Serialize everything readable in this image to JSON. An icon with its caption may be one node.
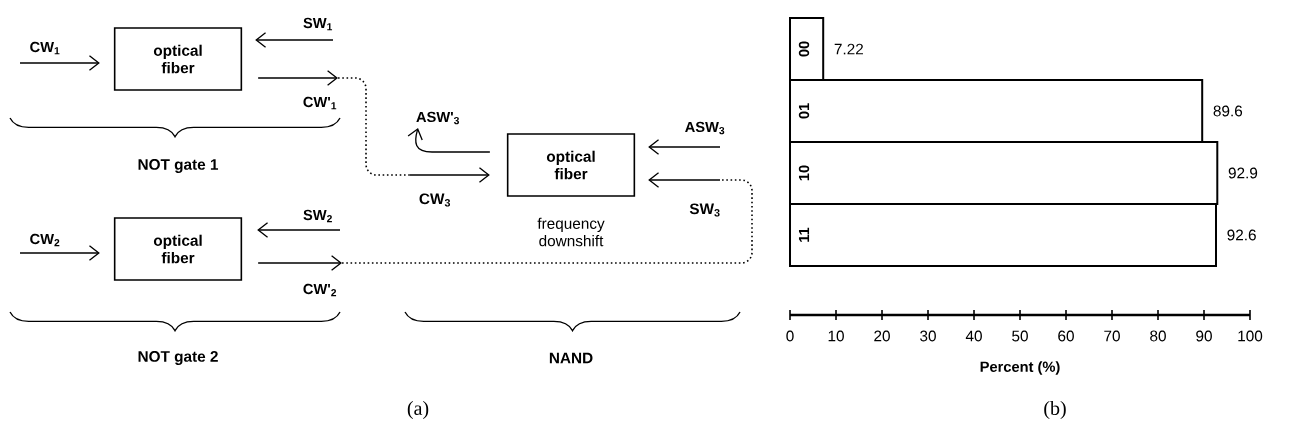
{
  "diagram": {
    "nodes": [
      {
        "text": [
          "optical fiber"
        ]
      },
      {
        "text": [
          "optical fiber"
        ]
      },
      {
        "text": [
          "optical fiber"
        ],
        "beside": [
          "frequency downshift"
        ]
      }
    ],
    "edges": [
      {
        "from": null,
        "to": 0,
        "arrow": "to",
        "label": "CW$_{1}$"
      },
      {
        "from": null,
        "to": 0,
        "arrow": "to",
        "label": "SW$_{1}$"
      },
      {
        "from": 0,
        "to": 2,
        "arrow": "to",
        "label": "CW'$_{1}$",
        "style": "dashed"
      },
      {
        "from": null,
        "to": 1,
        "arrow": "to",
        "label": "CW$_{2}$"
      },
      {
        "from": null,
        "to": 1,
        "arrow": "to",
        "label": "SW$_{2}$"
      },
      {
        "from": 1,
        "to": 2,
        "arrow": "to",
        "label": "CW'$_{2}$",
        "style": "dashed"
      },
      {
        "from": 2,
        "to": null,
        "arrow": "to",
        "label": "ASW'$_{3}$"
      },
      {
        "from": null,
        "to": 2,
        "arrow": "to",
        "label": "ASW$_{3}$"
      }
    ],
    "labels": [
      "CW$_{3}$",
      "SW$_{3}$",
      "NOT gate 1",
      "NOT gate 2",
      "NAND",
      "(a)",
      "(b)"
    ],
    "chart_data": {
      "type": "bar",
      "orientation": "horizontal",
      "xlabel": "Percent (%)",
      "categories": [
        "00",
        "01",
        "10",
        "11"
      ],
      "values": [
        7.22,
        89.6,
        92.9,
        92.6
      ],
      "xlim": [
        0,
        100
      ],
      "xticks": [
        0,
        10,
        20,
        30,
        40,
        50,
        60,
        70,
        80,
        90,
        100
      ],
      "data_labels": true
    }
  }
}
